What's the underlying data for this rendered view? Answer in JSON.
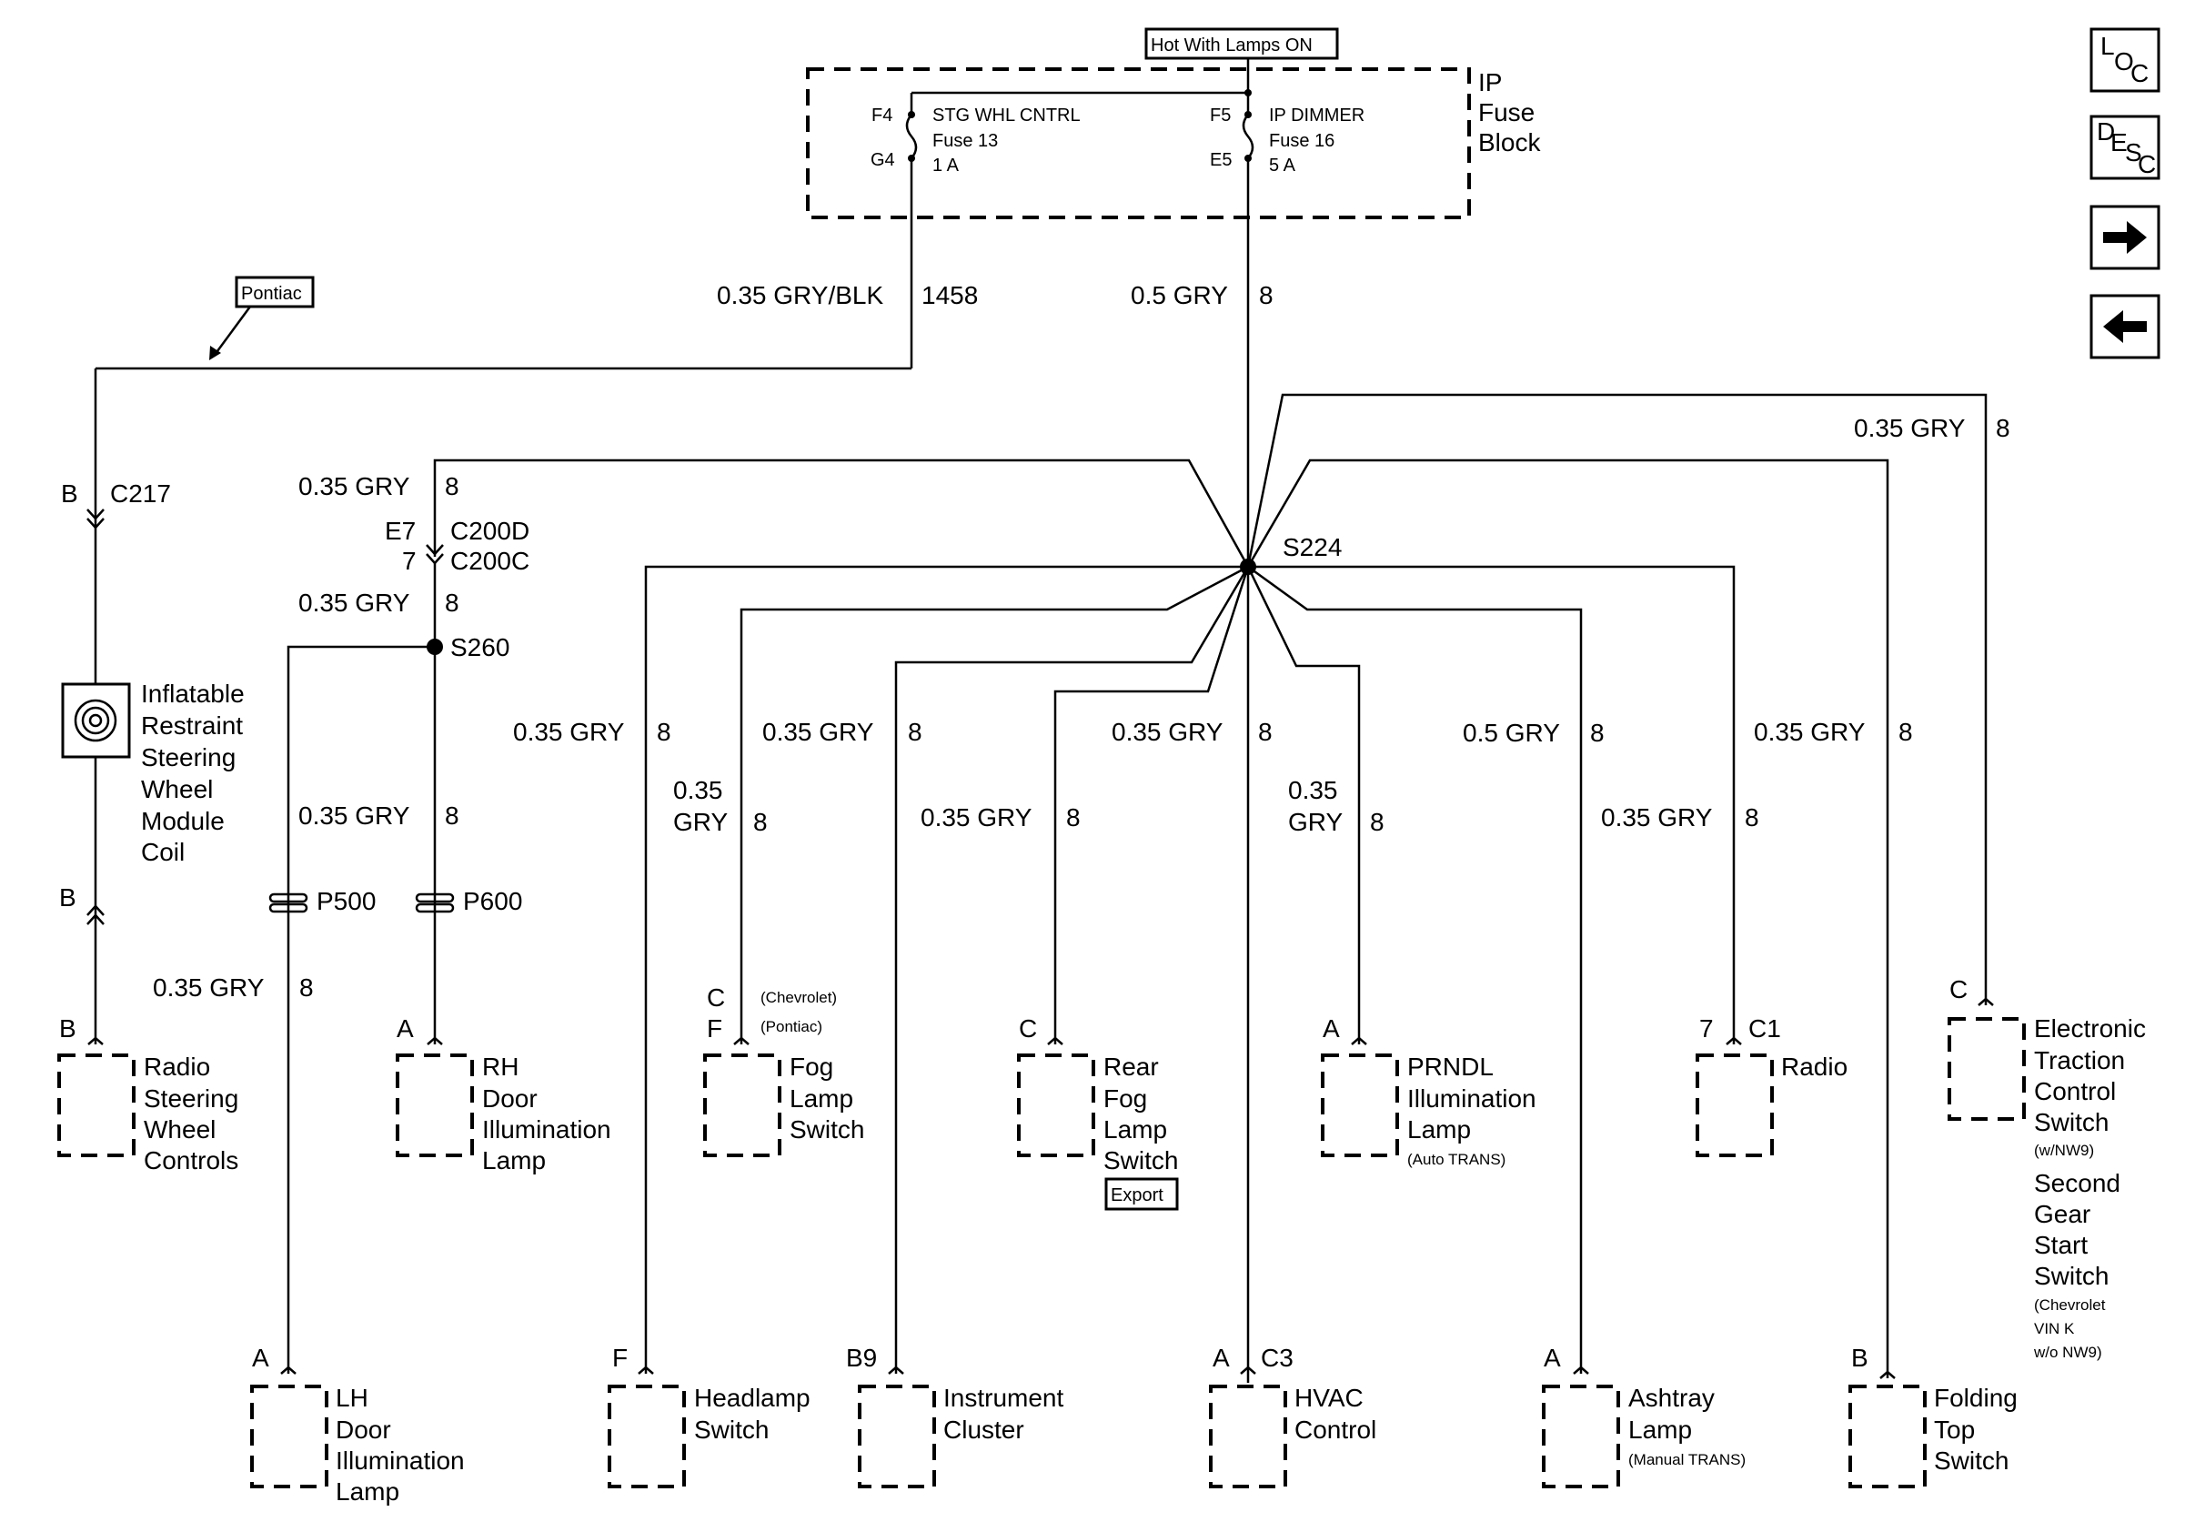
{
  "header": {
    "hot_label": "Hot With Lamps ON"
  },
  "fuse_block": {
    "label1": "IP",
    "label2": "Fuse",
    "label3": "Block",
    "left": {
      "top_pin": "F4",
      "bottom_pin": "G4",
      "name": "STG WHL CNTRL",
      "fuse": "Fuse 13",
      "amps": "1 A"
    },
    "right": {
      "top_pin": "F5",
      "bottom_pin": "E5",
      "name": "IP DIMMER",
      "fuse": "Fuse 16",
      "amps": "5 A"
    }
  },
  "nav": {
    "loc": [
      "L",
      "O",
      "C"
    ],
    "desc": [
      "D",
      "E",
      "S",
      "C"
    ],
    "forward_icon": "right-arrow-icon",
    "back_icon": "left-arrow-icon"
  },
  "tags": {
    "pontiac": "Pontiac",
    "export": "Export"
  },
  "wires": {
    "w1458_gauge": "0.35 GRY/BLK",
    "w1458_circuit": "1458",
    "main_gauge": "0.5 GRY",
    "main_circuit": "8",
    "c200_top_gauge": "0.35 GRY",
    "c200_top_circuit": "8",
    "c200_bot_gauge": "0.35 GRY",
    "c200_bot_circuit": "8",
    "p600_gauge": "0.35 GRY",
    "p600_circuit": "8",
    "p500_gauge": "0.35 GRY",
    "p500_circuit": "8",
    "etc_gauge": "0.35 GRY",
    "etc_circuit": "8",
    "headlamp_gauge": "0.35 GRY",
    "headlamp_circuit": "8",
    "cluster_gauge": "0.35 GRY",
    "cluster_circuit": "8",
    "hvac_gauge": "0.35 GRY",
    "hvac_circuit": "8",
    "ashtray_gauge": "0.5 GRY",
    "ashtray_circuit": "8",
    "folding_gauge": "0.35 GRY",
    "folding_circuit": "8",
    "fog_gauge1": "0.35",
    "fog_gauge2": "GRY",
    "fog_circuit": "8",
    "rear_fog_gauge": "0.35 GRY",
    "rear_fog_circuit": "8",
    "prndl_gauge1": "0.35",
    "prndl_gauge2": "GRY",
    "prndl_circuit": "8",
    "radio_gauge": "0.35 GRY",
    "radio_circuit": "8"
  },
  "connectors": {
    "c217_pin": "B",
    "c217": "C217",
    "c200d_pin": "E7",
    "c200d": "C200D",
    "c200c_pin": "7",
    "c200c": "C200C",
    "s224": "S224",
    "s260": "S260",
    "p500": "P500",
    "p600": "P600",
    "coil_bottom_pin": "B"
  },
  "components": {
    "coil": [
      "Inflatable",
      "Restraint",
      "Steering",
      "Wheel",
      "Module",
      "Coil"
    ],
    "radio_swc": {
      "pin": "B",
      "lines": [
        "Radio",
        "Steering",
        "Wheel",
        "Controls"
      ]
    },
    "rh_door": {
      "pin": "A",
      "lines": [
        "RH",
        "Door",
        "Illumination",
        "Lamp"
      ]
    },
    "fog": {
      "pin1": "C",
      "pin2": "F",
      "note1": "(Chevrolet)",
      "note2": "(Pontiac)",
      "lines": [
        "Fog",
        "Lamp",
        "Switch"
      ]
    },
    "rear_fog": {
      "pin": "C",
      "lines": [
        "Rear",
        "Fog",
        "Lamp",
        "Switch"
      ]
    },
    "prndl": {
      "pin": "A",
      "lines": [
        "PRNDL",
        "Illumination",
        "Lamp"
      ],
      "note": "(Auto TRANS)"
    },
    "radio": {
      "pin": "7",
      "connector": "C1",
      "label": "Radio"
    },
    "etc": {
      "pin": "C",
      "lines": [
        "Electronic",
        "Traction",
        "Control",
        "Switch"
      ],
      "note1": "(w/NW9)",
      "lines2": [
        "Second",
        "Gear",
        "Start",
        "Switch"
      ],
      "note2": [
        "(Chevrolet",
        "VIN K",
        "w/o NW9)"
      ]
    },
    "lh_door": {
      "pin": "A",
      "lines": [
        "LH",
        "Door",
        "Illumination",
        "Lamp"
      ]
    },
    "headlamp": {
      "pin": "F",
      "lines": [
        "Headlamp",
        "Switch"
      ]
    },
    "cluster": {
      "pin": "B9",
      "lines": [
        "Instrument",
        "Cluster"
      ]
    },
    "hvac": {
      "pin": "A",
      "connector": "C3",
      "lines": [
        "HVAC",
        "Control"
      ]
    },
    "ashtray": {
      "pin": "A",
      "lines": [
        "Ashtray",
        "Lamp"
      ],
      "note": "(Manual TRANS)"
    },
    "folding": {
      "pin": "B",
      "lines": [
        "Folding",
        "Top",
        "Switch"
      ]
    }
  }
}
